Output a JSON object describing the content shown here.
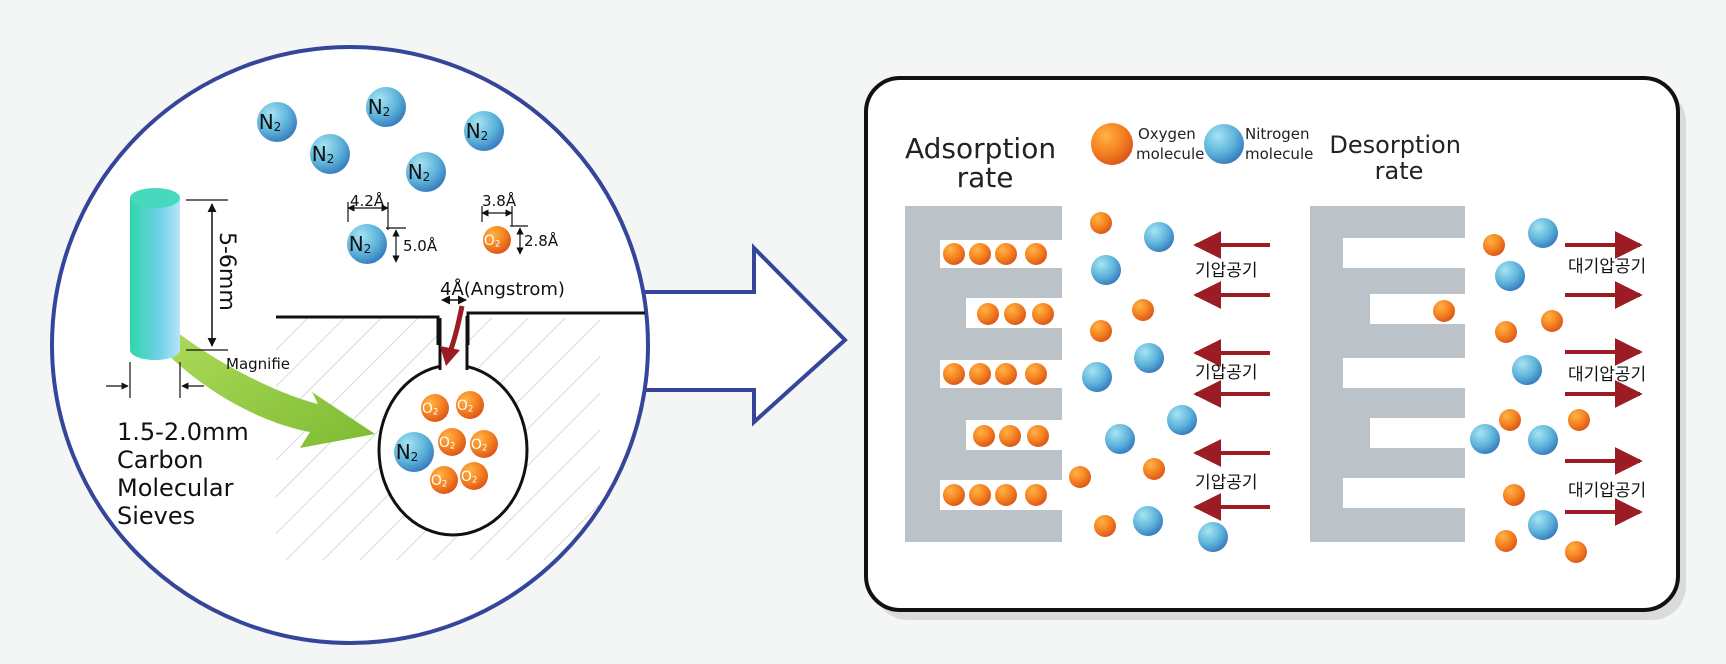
{
  "left": {
    "n2_label": "N",
    "n2_sub": "2",
    "o2_label": "O",
    "o2_sub": "2",
    "n2_width": "4.2Å",
    "n2_height": "5.0Å",
    "o2_width": "3.8Å",
    "o2_height": "2.8Å",
    "pore_size": "4Å(Angstrom)",
    "cylinder_length": "5-6mm",
    "magnify": "Magnifie",
    "sieve_caption": [
      "1.5-2.0mm",
      "Carbon",
      "Molecular",
      "Sieves"
    ]
  },
  "right": {
    "adsorption_title": [
      "Adsorption",
      "rate"
    ],
    "desorption_title": [
      "Desorption",
      "rate"
    ],
    "legend_oxygen": [
      "Oxygen",
      "molecule"
    ],
    "legend_nitrogen": [
      "Nitrogen",
      "molecule"
    ],
    "pressurized_air": "기압공기",
    "atmospheric_air": "대기압공기"
  },
  "colors": {
    "circle_outline": "#34459a",
    "oxygen_ball": "#f07a1a",
    "nitrogen_ball": "#5fb3d6",
    "arrow_red": "#9b1c22",
    "sieve_grey": "#bcc3c8",
    "green_arrow": "#8dc63f"
  }
}
